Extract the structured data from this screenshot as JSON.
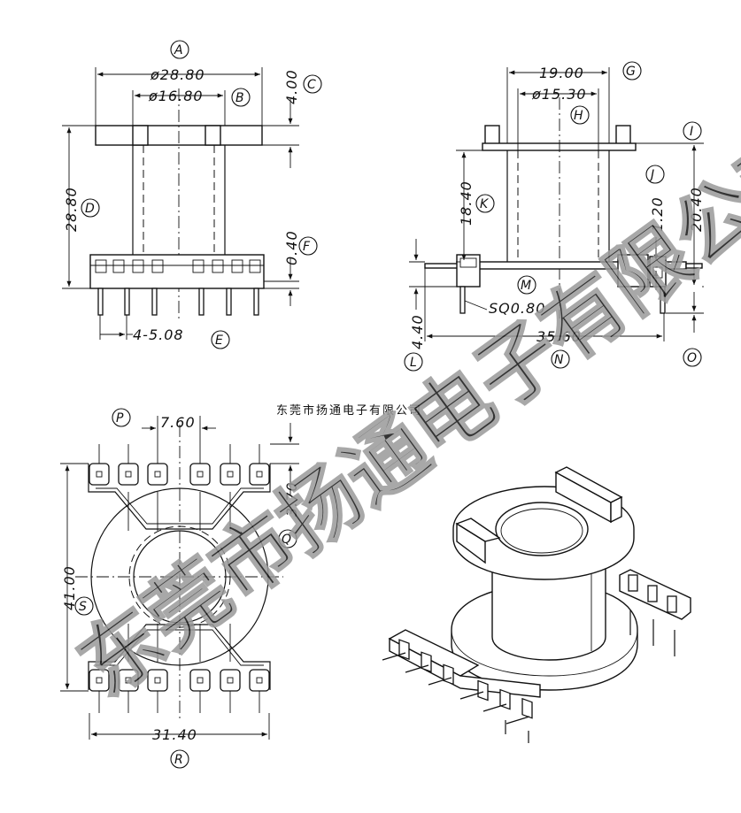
{
  "dimensions": {
    "a": "ø28.80",
    "b": "ø16.80",
    "c": "4.00",
    "d": "28.80",
    "e": "0.40",
    "f": "4-5.08",
    "g": "19.00",
    "h": "ø15.30",
    "i": "18.40",
    "j": "1.20",
    "k": "20.40",
    "l": "SQ0.80",
    "m": "35.60",
    "n": "4.40",
    "o": "7.60",
    "p": "3.70",
    "q": "41.00",
    "r": "31.40"
  },
  "callouts": [
    "A",
    "B",
    "C",
    "D",
    "E",
    "F",
    "G",
    "H",
    "I",
    "J",
    "K",
    "L",
    "M",
    "N",
    "O",
    "P",
    "Q",
    "R",
    "S"
  ],
  "watermark": {
    "large": "东莞市扬通电子有限公司",
    "small": "东莞市扬通电子有限公司"
  }
}
